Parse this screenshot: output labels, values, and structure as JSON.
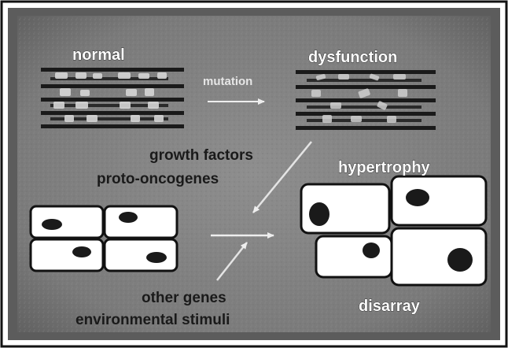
{
  "labels": {
    "normal": "normal",
    "dysfunction": "dysfunction",
    "mutation": "mutation",
    "growth_factors": "growth factors",
    "proto_oncogenes": "proto-oncogenes",
    "hypertrophy": "hypertrophy",
    "other_genes": "other genes",
    "environmental_stimuli": "environmental stimuli",
    "disarray": "disarray"
  },
  "colors": {
    "outer_border": "#111111",
    "background_dark": "#6f6f6f",
    "background_light": "#8a8a8a",
    "filament": "#1a1a1a",
    "myosin_head": "#d4d4d4",
    "cell_fill": "#ffffff",
    "nucleus": "#1a1a1a",
    "arrow": "#e8e8e8"
  }
}
